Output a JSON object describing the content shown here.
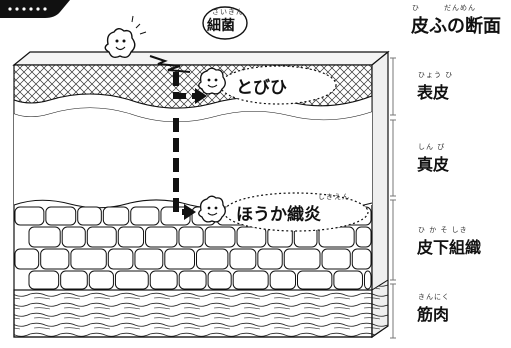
{
  "title": {
    "text": "皮ふの断面",
    "ruby": "ひ　　　だんめん"
  },
  "bacteria": {
    "label": "細菌",
    "ruby": "さいきん"
  },
  "callouts": {
    "impetigo": "とびひ",
    "cellulitis": "ほうか織炎",
    "cellulitis_ruby": "しきえん"
  },
  "layers": [
    {
      "label": "表皮",
      "ruby": "ひょう ひ"
    },
    {
      "label": "真皮",
      "ruby": "しん ぴ"
    },
    {
      "label": "皮下組織",
      "ruby": "ひ か そ しき"
    },
    {
      "label": "筋肉",
      "ruby": "きんにく"
    }
  ],
  "colors": {
    "ink": "#111111",
    "fat": "#ffffff",
    "epidermis": "#e6e6e6",
    "muscle": "#6f6f6f",
    "muscle_side": "#555555"
  }
}
